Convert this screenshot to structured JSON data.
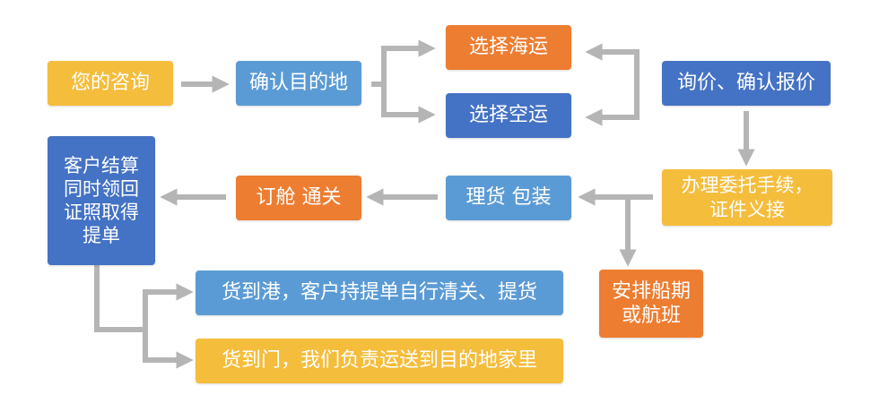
{
  "nodes": {
    "inquiry": "您的咨询",
    "confirm_destination": "确认目的地",
    "sea_freight": "选择海运",
    "air_freight": "选择空运",
    "quote": "询价、确认报价",
    "entrust": "办理委托手续，证件义接",
    "arrange": "安排船期或航班",
    "cargo_pack": "理货 包装",
    "booking": "订舱 通关",
    "settlement": "客户结算同时领回证照取得提单",
    "port_delivery": "货到港，客户持提单自行清关、提货",
    "door_delivery": "货到门，我们负责运送到目的地家里"
  },
  "colors": {
    "yellow": "#f5bd3c",
    "light_blue": "#5b9bd5",
    "orange": "#ed7d31",
    "dark_blue": "#4472c4",
    "arrow": "#b5b5b5"
  }
}
